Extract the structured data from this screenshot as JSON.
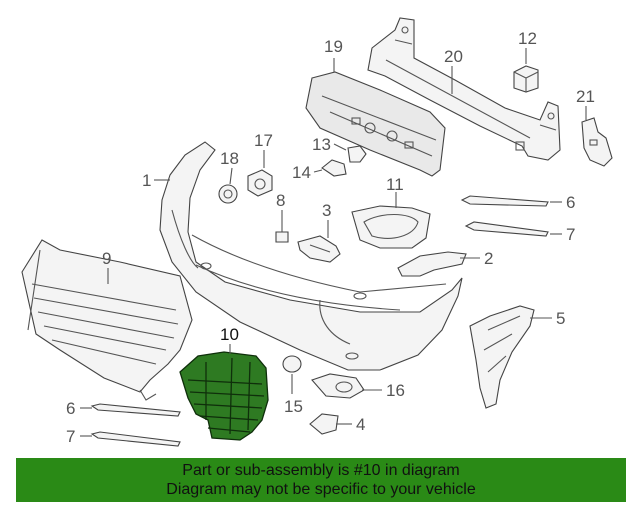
{
  "callouts": {
    "c1": "1",
    "c2": "2",
    "c3": "3",
    "c4": "4",
    "c5": "5",
    "c6a": "6",
    "c6b": "6",
    "c7a": "7",
    "c7b": "7",
    "c8": "8",
    "c9": "9",
    "c10": "10",
    "c11": "11",
    "c12": "12",
    "c13": "13",
    "c14": "14",
    "c15": "15",
    "c16": "16",
    "c17": "17",
    "c18": "18",
    "c19": "19",
    "c20": "20",
    "c21": "21"
  },
  "highlighted_part": "10",
  "highlight_color": "#2e7a22",
  "banner": {
    "line1": "Part or sub-assembly is #10 in diagram",
    "line2": "Diagram may not be specific to your vehicle",
    "background": "#2a8a16"
  }
}
